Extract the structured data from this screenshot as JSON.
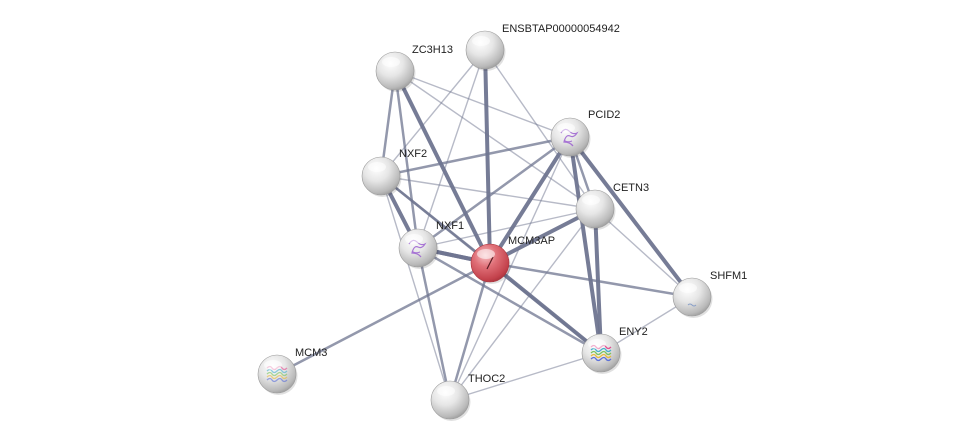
{
  "colors": {
    "edge": "#6f7590",
    "query_node": "#d9545e",
    "node": "#d8d8d8",
    "structure_purple": "#9b5fd0",
    "structure_multicolor": "#3aa8c8"
  },
  "nodes": [
    {
      "id": "ENSBTAP00000054942",
      "label": "ENSBTAP00000054942",
      "query": false,
      "structure": "none"
    },
    {
      "id": "ZC3H13",
      "label": "ZC3H13",
      "query": false,
      "structure": "none"
    },
    {
      "id": "PCID2",
      "label": "PCID2",
      "query": false,
      "structure": "purple"
    },
    {
      "id": "NXF2",
      "label": "NXF2",
      "query": false,
      "structure": "none"
    },
    {
      "id": "CETN3",
      "label": "CETN3",
      "query": false,
      "structure": "none"
    },
    {
      "id": "NXF1",
      "label": "NXF1",
      "query": false,
      "structure": "purple"
    },
    {
      "id": "MCM3AP",
      "label": "MCM3AP",
      "query": true,
      "structure": "query"
    },
    {
      "id": "SHFM1",
      "label": "SHFM1",
      "query": false,
      "structure": "faint"
    },
    {
      "id": "ENY2",
      "label": "ENY2",
      "query": false,
      "structure": "multicolor"
    },
    {
      "id": "MCM3",
      "label": "MCM3",
      "query": false,
      "structure": "multicolor-faint"
    },
    {
      "id": "THOC2",
      "label": "THOC2",
      "query": false,
      "structure": "none"
    }
  ],
  "edges": [
    {
      "a": "MCM3AP",
      "b": "ZC3H13",
      "strength": 3
    },
    {
      "a": "MCM3AP",
      "b": "ENSBTAP00000054942",
      "strength": 3
    },
    {
      "a": "MCM3AP",
      "b": "PCID2",
      "strength": 3
    },
    {
      "a": "MCM3AP",
      "b": "NXF2",
      "strength": 2
    },
    {
      "a": "MCM3AP",
      "b": "NXF1",
      "strength": 3
    },
    {
      "a": "MCM3AP",
      "b": "CETN3",
      "strength": 3
    },
    {
      "a": "MCM3AP",
      "b": "SHFM1",
      "strength": 2
    },
    {
      "a": "MCM3AP",
      "b": "ENY2",
      "strength": 3
    },
    {
      "a": "MCM3AP",
      "b": "MCM3",
      "strength": 2
    },
    {
      "a": "MCM3AP",
      "b": "THOC2",
      "strength": 2
    },
    {
      "a": "ZC3H13",
      "b": "NXF2",
      "strength": 2
    },
    {
      "a": "ZC3H13",
      "b": "NXF1",
      "strength": 2
    },
    {
      "a": "ZC3H13",
      "b": "PCID2",
      "strength": 1
    },
    {
      "a": "ZC3H13",
      "b": "CETN3",
      "strength": 1
    },
    {
      "a": "ENSBTAP00000054942",
      "b": "NXF2",
      "strength": 1
    },
    {
      "a": "ENSBTAP00000054942",
      "b": "NXF1",
      "strength": 1
    },
    {
      "a": "ENSBTAP00000054942",
      "b": "CETN3",
      "strength": 1
    },
    {
      "a": "PCID2",
      "b": "NXF2",
      "strength": 2
    },
    {
      "a": "PCID2",
      "b": "NXF1",
      "strength": 2
    },
    {
      "a": "PCID2",
      "b": "CETN3",
      "strength": 2
    },
    {
      "a": "PCID2",
      "b": "ENY2",
      "strength": 3
    },
    {
      "a": "PCID2",
      "b": "SHFM1",
      "strength": 3
    },
    {
      "a": "PCID2",
      "b": "THOC2",
      "strength": 1
    },
    {
      "a": "NXF2",
      "b": "NXF1",
      "strength": 3
    },
    {
      "a": "NXF2",
      "b": "CETN3",
      "strength": 1
    },
    {
      "a": "NXF2",
      "b": "ENY2",
      "strength": 2
    },
    {
      "a": "NXF2",
      "b": "THOC2",
      "strength": 1
    },
    {
      "a": "NXF1",
      "b": "CETN3",
      "strength": 1
    },
    {
      "a": "NXF1",
      "b": "ENY2",
      "strength": 2
    },
    {
      "a": "NXF1",
      "b": "THOC2",
      "strength": 2
    },
    {
      "a": "NXF1",
      "b": "MCM3AP",
      "strength": 3
    },
    {
      "a": "CETN3",
      "b": "ENY2",
      "strength": 3
    },
    {
      "a": "CETN3",
      "b": "SHFM1",
      "strength": 1
    },
    {
      "a": "CETN3",
      "b": "THOC2",
      "strength": 1
    },
    {
      "a": "ENY2",
      "b": "THOC2",
      "strength": 1
    },
    {
      "a": "ENY2",
      "b": "SHFM1",
      "strength": 1
    }
  ]
}
